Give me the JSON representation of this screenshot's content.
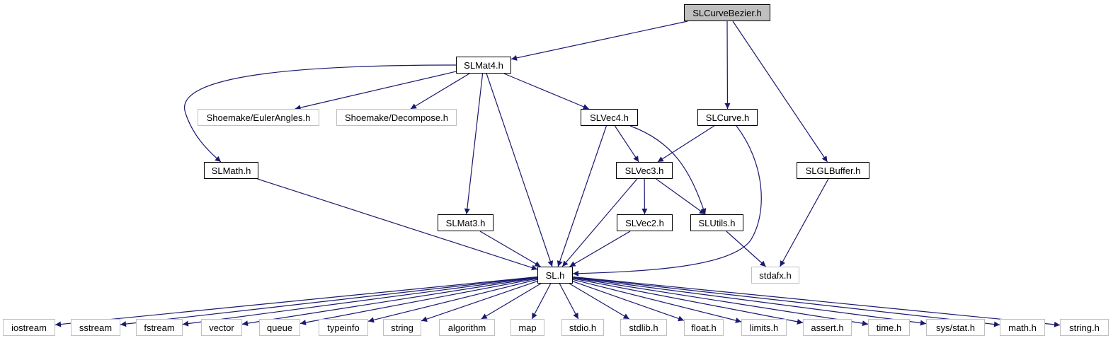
{
  "graph": {
    "edge_color": "#191970",
    "nodes": [
      {
        "id": "root",
        "label": "SLCurveBezier.h",
        "kind": "root"
      },
      {
        "id": "mat4",
        "label": "SLMat4.h",
        "kind": "file"
      },
      {
        "id": "euler",
        "label": "Shoemake/EulerAngles.h",
        "kind": "external"
      },
      {
        "id": "decomp",
        "label": "Shoemake/Decompose.h",
        "kind": "external"
      },
      {
        "id": "vec4",
        "label": "SLVec4.h",
        "kind": "file"
      },
      {
        "id": "curve",
        "label": "SLCurve.h",
        "kind": "file"
      },
      {
        "id": "math",
        "label": "SLMath.h",
        "kind": "file"
      },
      {
        "id": "vec3",
        "label": "SLVec3.h",
        "kind": "file"
      },
      {
        "id": "glbuffer",
        "label": "SLGLBuffer.h",
        "kind": "file"
      },
      {
        "id": "mat3",
        "label": "SLMat3.h",
        "kind": "file"
      },
      {
        "id": "vec2",
        "label": "SLVec2.h",
        "kind": "file"
      },
      {
        "id": "utils",
        "label": "SLUtils.h",
        "kind": "file"
      },
      {
        "id": "sl",
        "label": "SL.h",
        "kind": "file"
      },
      {
        "id": "stdafx",
        "label": "stdafx.h",
        "kind": "external"
      },
      {
        "id": "iostream",
        "label": "iostream",
        "kind": "external"
      },
      {
        "id": "sstream",
        "label": "sstream",
        "kind": "external"
      },
      {
        "id": "fstream",
        "label": "fstream",
        "kind": "external"
      },
      {
        "id": "vector",
        "label": "vector",
        "kind": "external"
      },
      {
        "id": "queue",
        "label": "queue",
        "kind": "external"
      },
      {
        "id": "typeinfo",
        "label": "typeinfo",
        "kind": "external"
      },
      {
        "id": "string",
        "label": "string",
        "kind": "external"
      },
      {
        "id": "algorithm",
        "label": "algorithm",
        "kind": "external"
      },
      {
        "id": "map",
        "label": "map",
        "kind": "external"
      },
      {
        "id": "stdio",
        "label": "stdio.h",
        "kind": "external"
      },
      {
        "id": "stdlib",
        "label": "stdlib.h",
        "kind": "external"
      },
      {
        "id": "float",
        "label": "float.h",
        "kind": "external"
      },
      {
        "id": "limits",
        "label": "limits.h",
        "kind": "external"
      },
      {
        "id": "assert",
        "label": "assert.h",
        "kind": "external"
      },
      {
        "id": "time",
        "label": "time.h",
        "kind": "external"
      },
      {
        "id": "sysstat",
        "label": "sys/stat.h",
        "kind": "external"
      },
      {
        "id": "mathh",
        "label": "math.h",
        "kind": "external"
      },
      {
        "id": "stringh",
        "label": "string.h",
        "kind": "external"
      }
    ],
    "edges": [
      [
        "root",
        "mat4"
      ],
      [
        "root",
        "curve"
      ],
      [
        "root",
        "glbuffer"
      ],
      [
        "mat4",
        "math"
      ],
      [
        "mat4",
        "euler"
      ],
      [
        "mat4",
        "decomp"
      ],
      [
        "mat4",
        "vec4"
      ],
      [
        "mat4",
        "mat3"
      ],
      [
        "mat4",
        "sl"
      ],
      [
        "vec4",
        "vec3"
      ],
      [
        "vec4",
        "utils"
      ],
      [
        "vec4",
        "sl"
      ],
      [
        "curve",
        "vec3"
      ],
      [
        "curve",
        "sl"
      ],
      [
        "vec3",
        "vec2"
      ],
      [
        "vec3",
        "utils"
      ],
      [
        "vec3",
        "sl"
      ],
      [
        "math",
        "sl"
      ],
      [
        "mat3",
        "sl"
      ],
      [
        "vec2",
        "sl"
      ],
      [
        "utils",
        "stdafx"
      ],
      [
        "glbuffer",
        "stdafx"
      ],
      [
        "sl",
        "iostream"
      ],
      [
        "sl",
        "sstream"
      ],
      [
        "sl",
        "fstream"
      ],
      [
        "sl",
        "vector"
      ],
      [
        "sl",
        "queue"
      ],
      [
        "sl",
        "typeinfo"
      ],
      [
        "sl",
        "string"
      ],
      [
        "sl",
        "algorithm"
      ],
      [
        "sl",
        "map"
      ],
      [
        "sl",
        "stdio"
      ],
      [
        "sl",
        "stdlib"
      ],
      [
        "sl",
        "float"
      ],
      [
        "sl",
        "limits"
      ],
      [
        "sl",
        "assert"
      ],
      [
        "sl",
        "time"
      ],
      [
        "sl",
        "sysstat"
      ],
      [
        "sl",
        "mathh"
      ],
      [
        "sl",
        "stringh"
      ]
    ]
  }
}
